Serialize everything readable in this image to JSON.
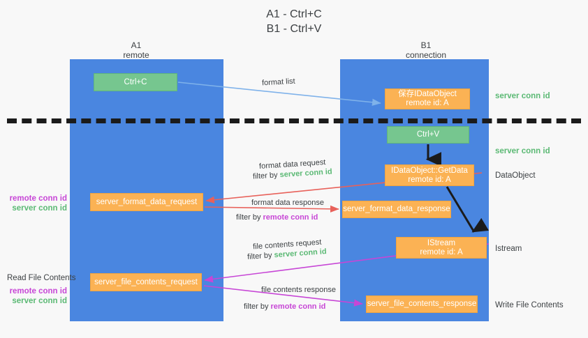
{
  "title": "A1 - Ctrl+C\nB1 - Ctrl+V",
  "lanes": [
    {
      "name": "A1",
      "sub": "remote",
      "header": "A1\nremote",
      "color": "#4a86e0"
    },
    {
      "name": "B1",
      "sub": "connection",
      "header": "B1\nconnection",
      "color": "#4a86e0"
    }
  ],
  "colors": {
    "lane_blue": "#4a86e0",
    "green_node": "#76c68f",
    "orange_node": "#fbb254",
    "server_conn_green": "#5bb974",
    "remote_conn_magenta": "#c746d6",
    "arrow_blue": "#7fb2ea",
    "arrow_red": "#e8615a",
    "arrow_magenta": "#c746d6",
    "arrow_black": "#1b1b1b",
    "divider_black": "#1b1b1b",
    "text": "#3c4043",
    "background": "#f8f8f8"
  },
  "nodes": {
    "ctrl_c": "Ctrl+C",
    "save_idataobject": "保存IDataObject\nremote id: A",
    "ctrl_v": "Ctrl+V",
    "getdata": "IDataObject::GetData\nremote id: A",
    "format_data_request": "server_format_data_request",
    "format_data_response": "server_format_data_response",
    "istream": "IStream\nremote id: A",
    "file_contents_request": "server_file_contents_request",
    "file_contents_response": "server_file_contents_response"
  },
  "right_labels": {
    "server_conn_id_top": "server conn id",
    "server_conn_id_mid": "server conn id",
    "dataobject": "DataObject",
    "istream": "Istream",
    "write_file_contents": "Write File Contents"
  },
  "left_labels": {
    "remote_conn_id_1": "remote conn id",
    "server_conn_id_1": "server conn id",
    "read_file_contents": "Read File Contents",
    "remote_conn_id_2": "remote conn id",
    "server_conn_id_2": "server conn id"
  },
  "annotations": {
    "format_list": "format list",
    "format_data_request": "format data request",
    "format_data_request_filter_prefix": "filter by ",
    "format_data_request_filter_key": "server conn id",
    "format_data_response": "format data response",
    "format_data_response_filter_prefix": "filter by ",
    "format_data_response_filter_key": "remote conn id",
    "file_contents_request": "file contents request",
    "file_contents_request_filter_prefix": "filter by ",
    "file_contents_request_filter_key": "server conn id",
    "file_contents_response": "file contents response",
    "file_contents_response_filter_prefix": "filter by ",
    "file_contents_response_filter_key": "remote conn id"
  }
}
